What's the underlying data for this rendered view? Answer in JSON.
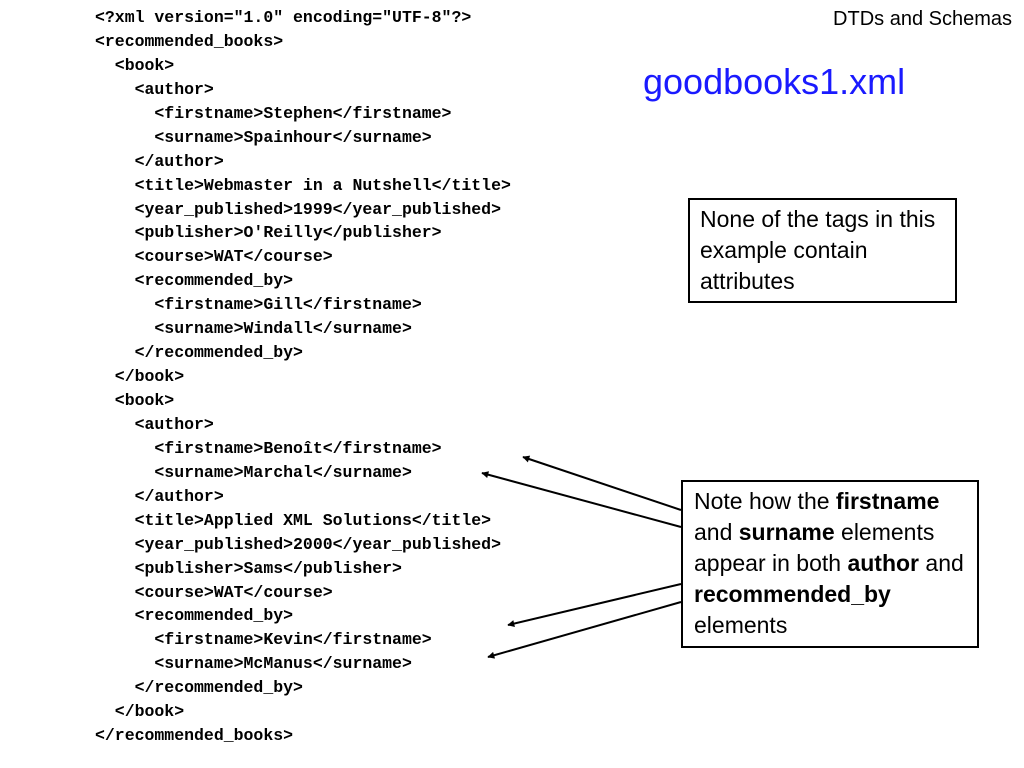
{
  "header": {
    "label": "DTDs and Schemas"
  },
  "title": "goodbooks1.xml",
  "code_lines": [
    "<?xml version=\"1.0\" encoding=\"UTF-8\"?>",
    "<recommended_books>",
    "  <book>",
    "    <author>",
    "      <firstname>Stephen</firstname>",
    "      <surname>Spainhour</surname>",
    "    </author>",
    "    <title>Webmaster in a Nutshell</title>",
    "    <year_published>1999</year_published>",
    "    <publisher>O'Reilly</publisher>",
    "    <course>WAT</course>",
    "    <recommended_by>",
    "      <firstname>Gill</firstname>",
    "      <surname>Windall</surname>",
    "    </recommended_by>",
    "  </book>",
    "  <book>",
    "    <author>",
    "      <firstname>Benoît</firstname>",
    "      <surname>Marchal</surname>",
    "    </author>",
    "    <title>Applied XML Solutions</title>",
    "    <year_published>2000</year_published>",
    "    <publisher>Sams</publisher>",
    "    <course>WAT</course>",
    "    <recommended_by>",
    "      <firstname>Kevin</firstname>",
    "      <surname>McManus</surname>",
    "    </recommended_by>",
    "  </book>",
    "</recommended_books>"
  ],
  "callout_attributes": {
    "text": "None of the tags in this example contain attributes"
  },
  "callout_note": {
    "t1": "Note how the ",
    "b1": "firstname",
    "t2": " and ",
    "b2": "surname",
    "t3": " elements appear in both ",
    "b3": "author",
    "t4": " and ",
    "b4": "recommended_by",
    "t5": " elements"
  }
}
